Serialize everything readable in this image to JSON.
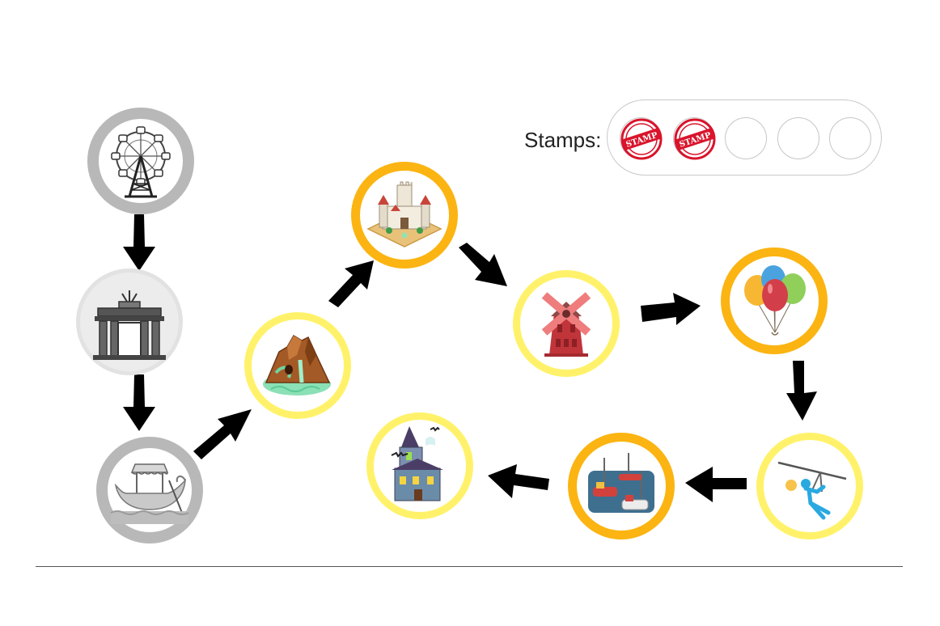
{
  "stamps": {
    "label": "Stamps:",
    "slots": [
      {
        "filled": true,
        "text": "STAMP"
      },
      {
        "filled": true,
        "text": "STAMP"
      },
      {
        "filled": false,
        "text": ""
      },
      {
        "filled": false,
        "text": ""
      },
      {
        "filled": false,
        "text": ""
      }
    ]
  },
  "attractions": [
    {
      "icon": "ferris-wheel-icon",
      "state": "visited"
    },
    {
      "icon": "gate-icon",
      "state": "visited"
    },
    {
      "icon": "swan-boat-icon",
      "state": "visited"
    },
    {
      "icon": "mountain-waterfall-icon",
      "state": "available"
    },
    {
      "icon": "castle-icon",
      "state": "current"
    },
    {
      "icon": "windmill-icon",
      "state": "available"
    },
    {
      "icon": "balloons-icon",
      "state": "current"
    },
    {
      "icon": "zipline-icon",
      "state": "available"
    },
    {
      "icon": "bumper-cars-icon",
      "state": "current"
    },
    {
      "icon": "haunted-house-icon",
      "state": "available"
    }
  ],
  "colors": {
    "visited": "#b8b8b8",
    "available": "#fff26a",
    "current": "#fbb412",
    "stamp": "#d9142b"
  }
}
